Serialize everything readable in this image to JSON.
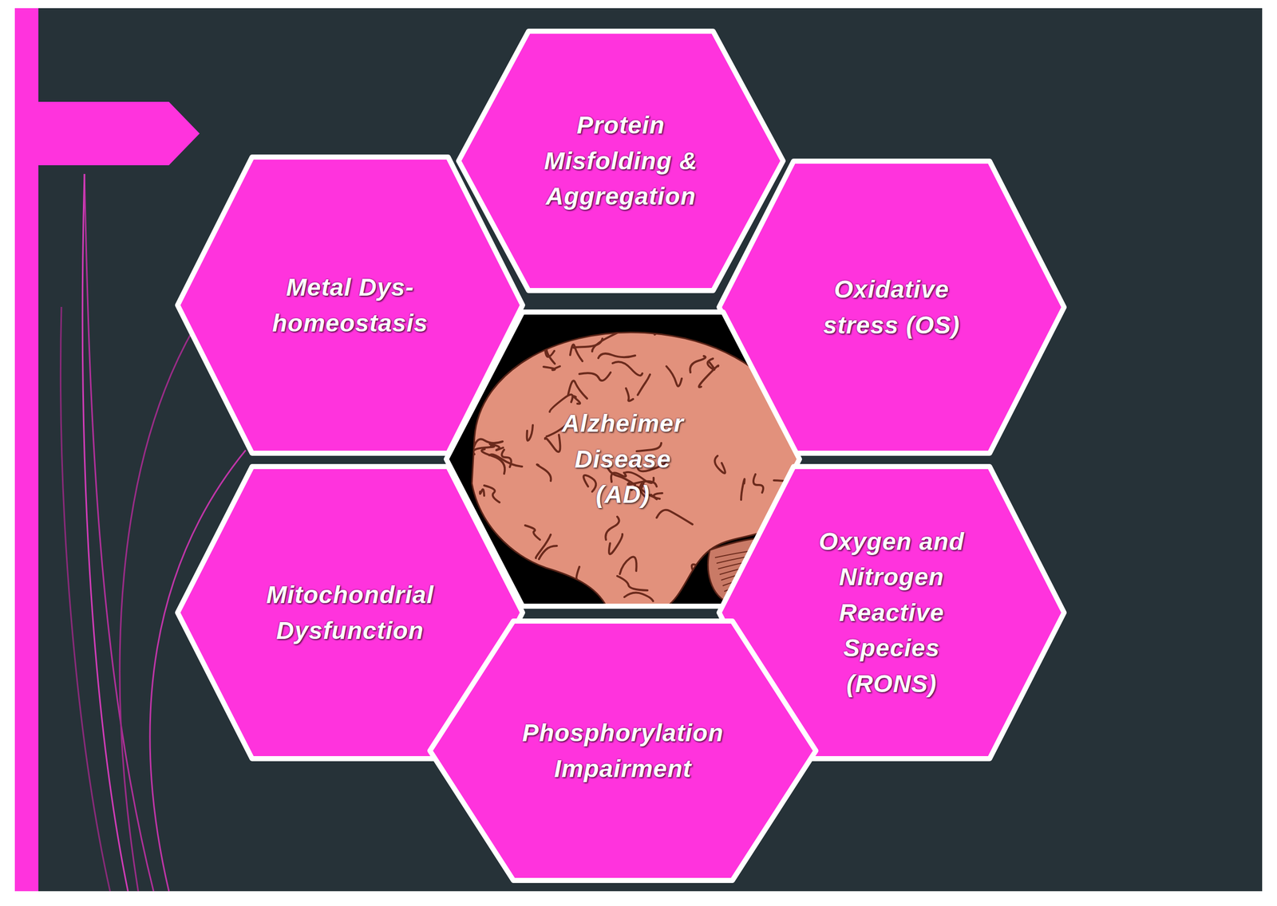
{
  "diagram": {
    "nodes": [
      {
        "text": [
          "Protein Misfolding & Aggregation"
        ]
      },
      {
        "text": [
          "Metal Dys- homeostasis"
        ]
      },
      {
        "text": [
          "Oxidative stress (OS)"
        ]
      },
      {
        "text": [
          "Alzheimer Disease (AD)"
        ]
      },
      {
        "text": [
          "Mitochondrial Dysfunction"
        ]
      },
      {
        "text": [
          "Oxygen and Nitrogen Reactive Species (RONS)"
        ]
      },
      {
        "text": [
          "Phosphorylation Impairment"
        ]
      }
    ]
  }
}
